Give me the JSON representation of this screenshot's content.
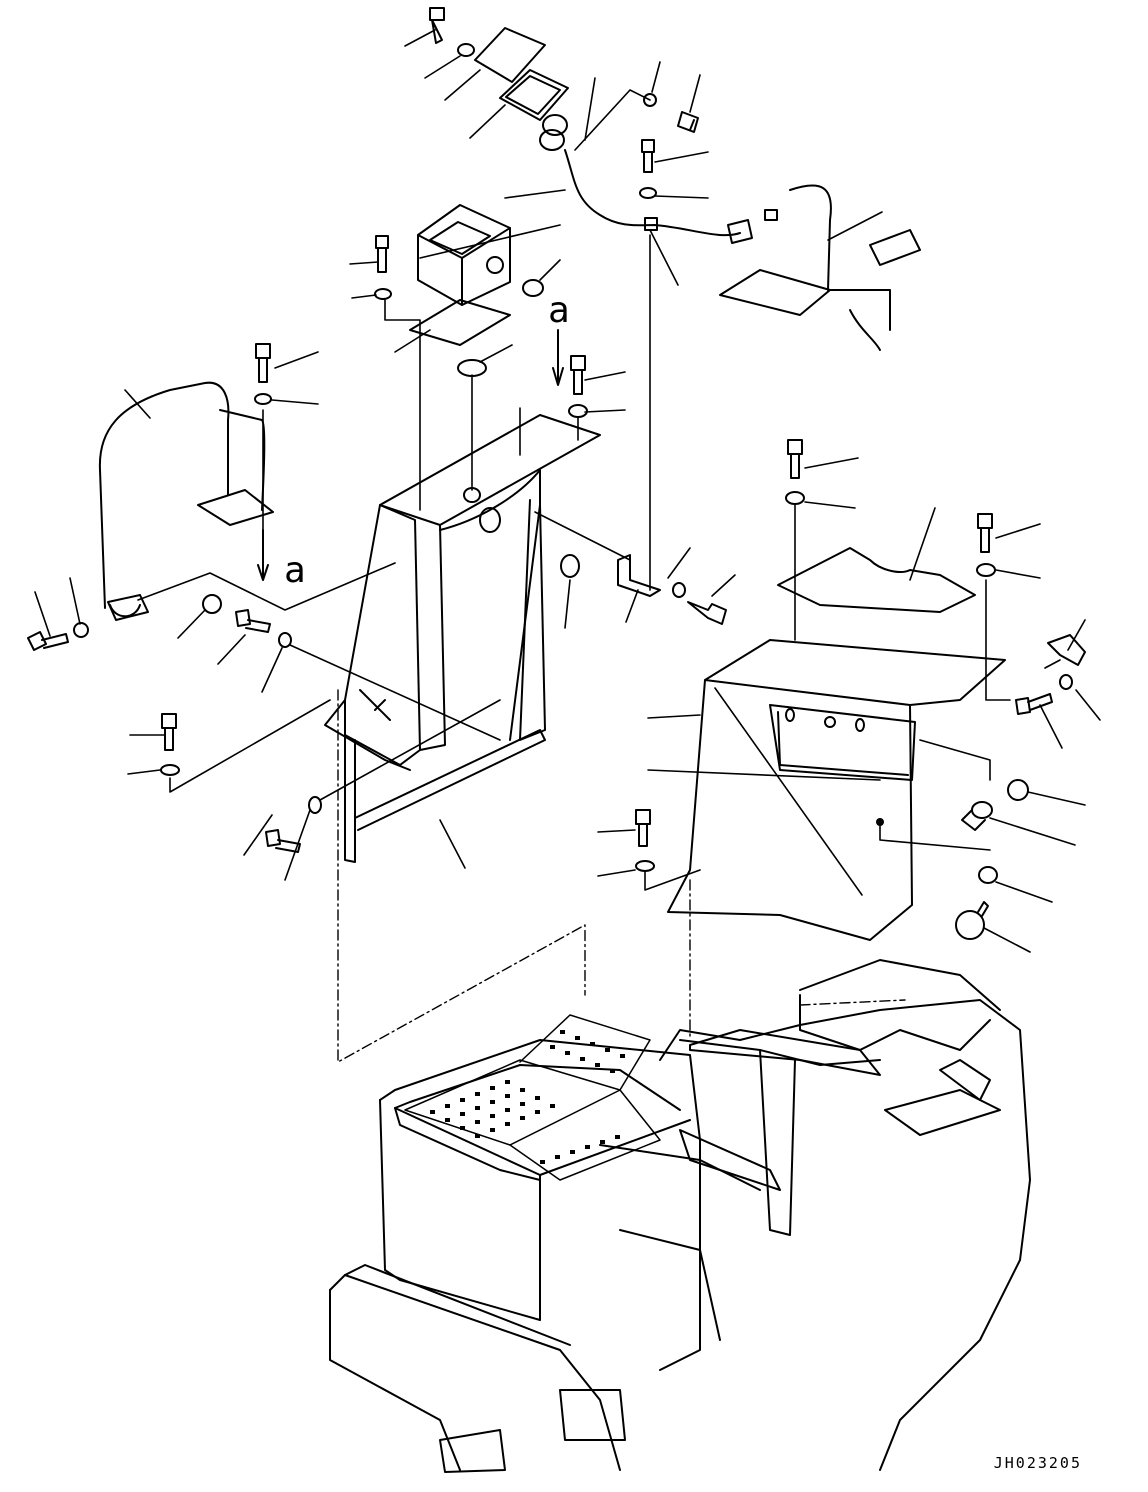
{
  "diagram": {
    "view_labels": [
      "a",
      "a"
    ],
    "drawing_code": "JH023205"
  }
}
